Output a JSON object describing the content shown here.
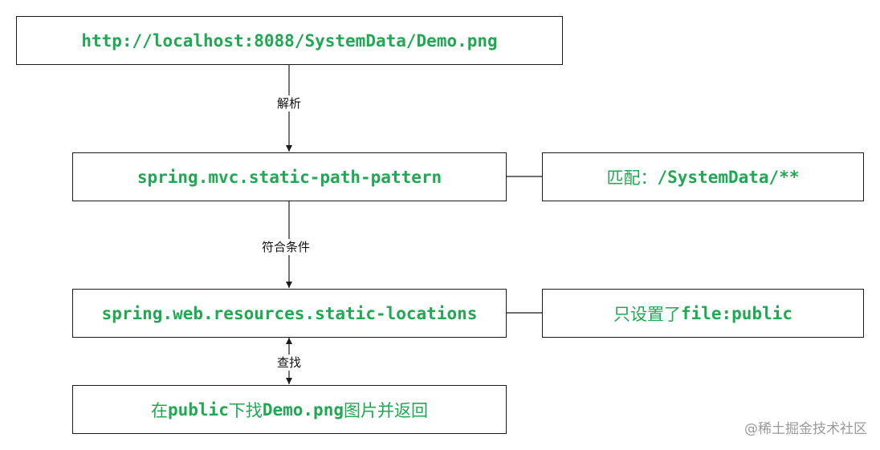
{
  "diagram": {
    "nodes": {
      "url": "http://localhost:8088/SystemData/Demo.png",
      "pattern": "spring.mvc.static-path-pattern",
      "match_prefix": "匹配：",
      "match_value": "/SystemData/**",
      "locations": "spring.web.resources.static-locations",
      "only_set_prefix": "只设置了",
      "only_set_value": "file:public",
      "result_part1": "在",
      "result_part2": "public",
      "result_part3": "下找",
      "result_part4": "Demo.png",
      "result_part5": "图片并返回"
    },
    "edges": {
      "parse": "解析",
      "condition": "符合条件",
      "lookup": "查找"
    }
  },
  "watermark": "@稀土掘金技术社区",
  "colors": {
    "node_text": "#20a852",
    "border": "#1a1a1a",
    "edge_label": "#111111",
    "watermark": "#9a9a9a"
  }
}
